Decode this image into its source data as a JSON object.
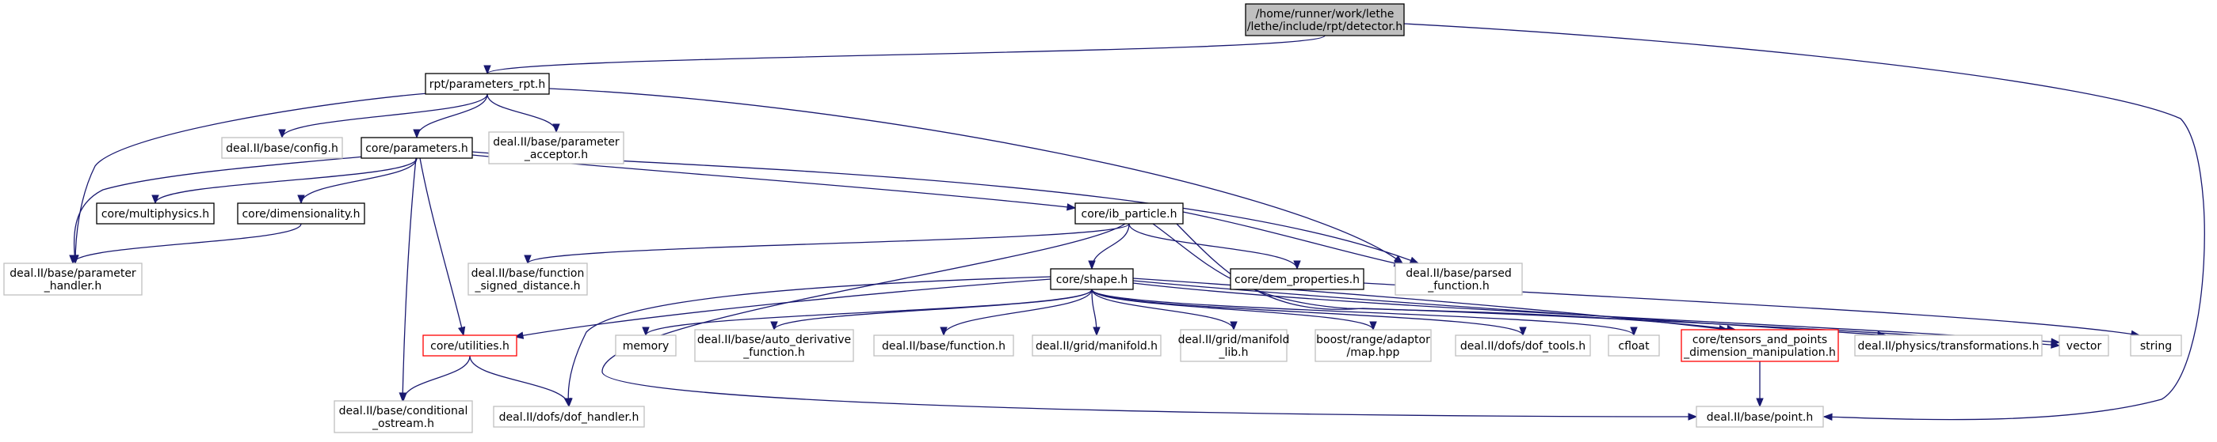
{
  "graph": {
    "nodes": [
      {
        "id": "detector",
        "lines": [
          "/home/runner/work/lethe",
          "/lethe/include/rpt/detector.h"
        ],
        "style": "root"
      },
      {
        "id": "parameters_rpt",
        "lines": [
          "rpt/parameters_rpt.h"
        ],
        "style": "bold"
      },
      {
        "id": "config",
        "lines": [
          "deal.II/base/config.h"
        ],
        "style": "grey"
      },
      {
        "id": "parameter_acceptor",
        "lines": [
          "deal.II/base/parameter",
          "_acceptor.h"
        ],
        "style": "grey"
      },
      {
        "id": "core_parameters",
        "lines": [
          "core/parameters.h"
        ],
        "style": "bold"
      },
      {
        "id": "multiphysics",
        "lines": [
          "core/multiphysics.h"
        ],
        "style": "bold"
      },
      {
        "id": "dimensionality",
        "lines": [
          "core/dimensionality.h"
        ],
        "style": "bold"
      },
      {
        "id": "parameter_handler",
        "lines": [
          "deal.II/base/parameter",
          "_handler.h"
        ],
        "style": "grey"
      },
      {
        "id": "ib_particle",
        "lines": [
          "core/ib_particle.h"
        ],
        "style": "bold"
      },
      {
        "id": "parsed_function",
        "lines": [
          "deal.II/base/parsed",
          "_function.h"
        ],
        "style": "grey"
      },
      {
        "id": "function_signed_distance",
        "lines": [
          "deal.II/base/function",
          "_signed_distance.h"
        ],
        "style": "grey"
      },
      {
        "id": "shape",
        "lines": [
          "core/shape.h"
        ],
        "style": "bold"
      },
      {
        "id": "dem_properties",
        "lines": [
          "core/dem_properties.h"
        ],
        "style": "bold"
      },
      {
        "id": "utilities",
        "lines": [
          "core/utilities.h"
        ],
        "style": "red"
      },
      {
        "id": "memory",
        "lines": [
          "memory"
        ],
        "style": "grey"
      },
      {
        "id": "auto_derivative",
        "lines": [
          "deal.II/base/auto_derivative",
          "_function.h"
        ],
        "style": "grey"
      },
      {
        "id": "function",
        "lines": [
          "deal.II/base/function.h"
        ],
        "style": "grey"
      },
      {
        "id": "manifold",
        "lines": [
          "deal.II/grid/manifold.h"
        ],
        "style": "grey"
      },
      {
        "id": "manifold_lib",
        "lines": [
          "deal.II/grid/manifold",
          "_lib.h"
        ],
        "style": "grey"
      },
      {
        "id": "boost_map",
        "lines": [
          "boost/range/adaptor",
          "/map.hpp"
        ],
        "style": "grey"
      },
      {
        "id": "dof_tools",
        "lines": [
          "deal.II/dofs/dof_tools.h"
        ],
        "style": "grey"
      },
      {
        "id": "cfloat",
        "lines": [
          "cfloat"
        ],
        "style": "grey"
      },
      {
        "id": "tensors",
        "lines": [
          "core/tensors_and_points",
          "_dimension_manipulation.h"
        ],
        "style": "red"
      },
      {
        "id": "transformations",
        "lines": [
          "deal.II/physics/transformations.h"
        ],
        "style": "grey"
      },
      {
        "id": "vector",
        "lines": [
          "vector"
        ],
        "style": "grey"
      },
      {
        "id": "string",
        "lines": [
          "string"
        ],
        "style": "grey"
      },
      {
        "id": "conditional_ostream",
        "lines": [
          "deal.II/base/conditional",
          "_ostream.h"
        ],
        "style": "grey"
      },
      {
        "id": "dof_handler",
        "lines": [
          "deal.II/dofs/dof_handler.h"
        ],
        "style": "grey"
      },
      {
        "id": "point",
        "lines": [
          "deal.II/base/point.h"
        ],
        "style": "grey"
      }
    ],
    "edges": [
      {
        "from": "detector",
        "to": "parameters_rpt"
      },
      {
        "from": "detector",
        "to": "point"
      },
      {
        "from": "parameters_rpt",
        "to": "config"
      },
      {
        "from": "parameters_rpt",
        "to": "parameter_acceptor"
      },
      {
        "from": "parameters_rpt",
        "to": "core_parameters"
      },
      {
        "from": "parameters_rpt",
        "to": "parameter_handler"
      },
      {
        "from": "parameters_rpt",
        "to": "parsed_function"
      },
      {
        "from": "core_parameters",
        "to": "multiphysics"
      },
      {
        "from": "core_parameters",
        "to": "dimensionality"
      },
      {
        "from": "core_parameters",
        "to": "parameter_handler"
      },
      {
        "from": "core_parameters",
        "to": "ib_particle"
      },
      {
        "from": "core_parameters",
        "to": "parsed_function"
      },
      {
        "from": "core_parameters",
        "to": "utilities"
      },
      {
        "from": "core_parameters",
        "to": "conditional_ostream"
      },
      {
        "from": "dimensionality",
        "to": "parameter_handler"
      },
      {
        "from": "ib_particle",
        "to": "function_signed_distance"
      },
      {
        "from": "ib_particle",
        "to": "shape"
      },
      {
        "from": "ib_particle",
        "to": "dem_properties"
      },
      {
        "from": "ib_particle",
        "to": "parsed_function"
      },
      {
        "from": "ib_particle",
        "to": "vector"
      },
      {
        "from": "ib_particle",
        "to": "point"
      },
      {
        "from": "ib_particle",
        "to": "tensors"
      },
      {
        "from": "shape",
        "to": "utilities"
      },
      {
        "from": "shape",
        "to": "memory"
      },
      {
        "from": "shape",
        "to": "auto_derivative"
      },
      {
        "from": "shape",
        "to": "function"
      },
      {
        "from": "shape",
        "to": "manifold"
      },
      {
        "from": "shape",
        "to": "manifold_lib"
      },
      {
        "from": "shape",
        "to": "boost_map"
      },
      {
        "from": "shape",
        "to": "dof_tools"
      },
      {
        "from": "shape",
        "to": "cfloat"
      },
      {
        "from": "shape",
        "to": "tensors"
      },
      {
        "from": "shape",
        "to": "transformations"
      },
      {
        "from": "shape",
        "to": "vector"
      },
      {
        "from": "shape",
        "to": "dof_handler"
      },
      {
        "from": "dem_properties",
        "to": "string"
      },
      {
        "from": "utilities",
        "to": "conditional_ostream"
      },
      {
        "from": "utilities",
        "to": "dof_handler"
      },
      {
        "from": "tensors",
        "to": "point"
      }
    ]
  }
}
